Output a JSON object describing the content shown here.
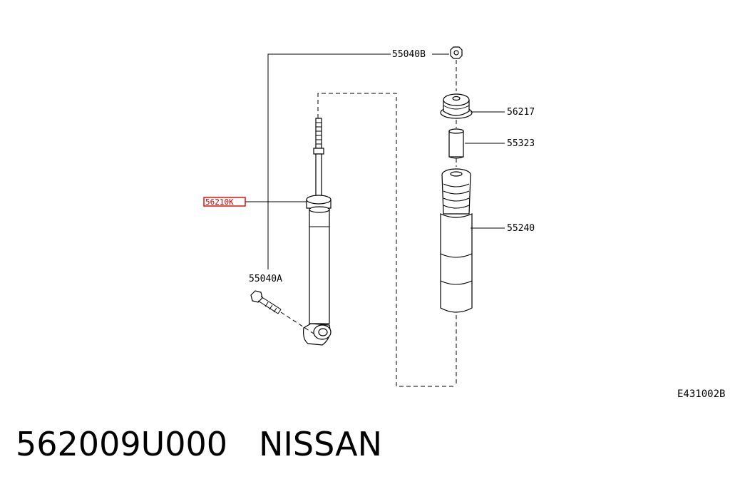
{
  "callouts": {
    "bolt_top": "55040B",
    "mount": "56217",
    "bushing": "55323",
    "bump_boot": "55240",
    "shock_absorber": "56210K",
    "bolt_lower": "55040A",
    "figure_code": "E431002B"
  },
  "caption": {
    "part_number": "562009U000",
    "brand": "NISSAN"
  },
  "colors": {
    "highlight": "#e00000",
    "ink": "#000000"
  }
}
